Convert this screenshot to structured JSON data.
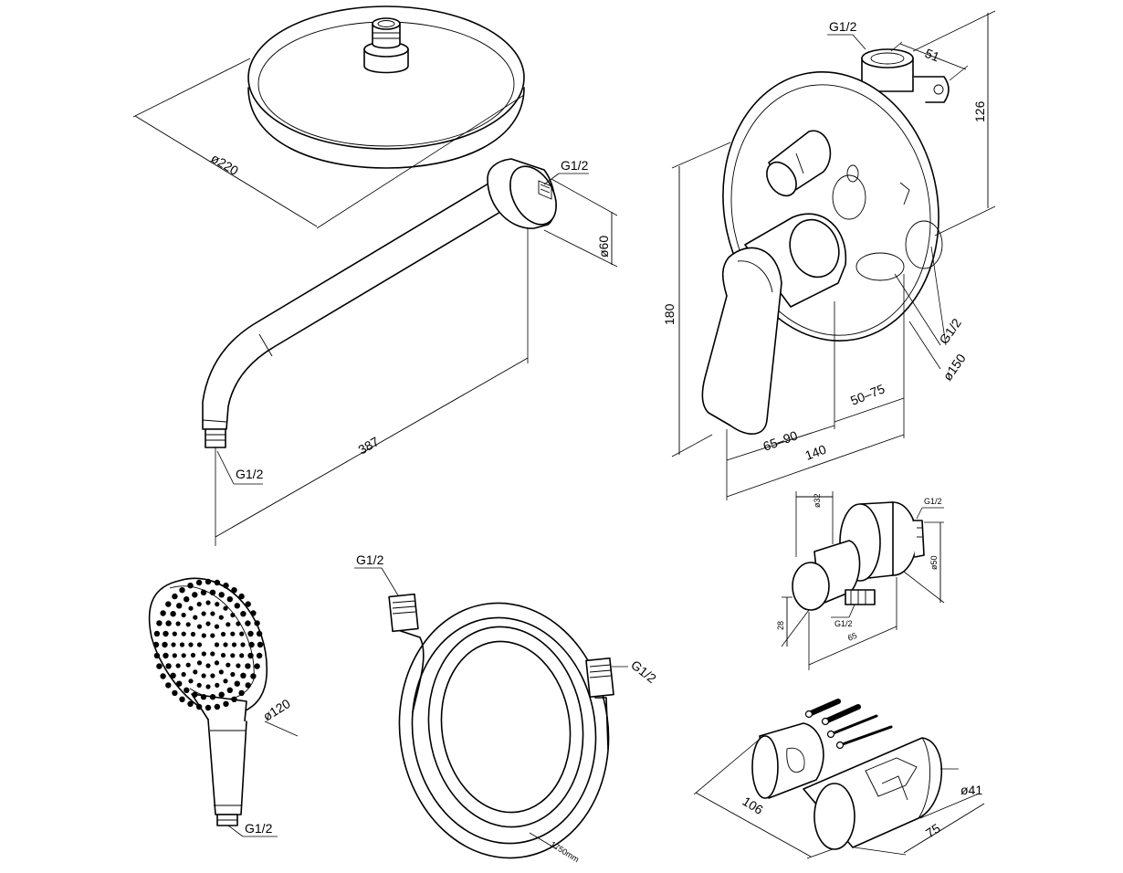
{
  "labels": {
    "head_diameter": "ø220",
    "arm_thread": "G1/2",
    "arm_flange_diameter": "ø60",
    "arm_length": "387",
    "arm_end_thread": "G1/2",
    "mixer_top_thread": "G1/2",
    "mixer_bracket_width": "51",
    "mixer_bracket_height": "126",
    "mixer_height": "180",
    "mixer_side_thread": "G1/2",
    "mixer_plate_diameter": "ø150",
    "mixer_depth_range": "50–75",
    "mixer_handle_range": "65–90",
    "mixer_total_depth": "140",
    "outlet_diameter": "ø32",
    "outlet_thread": "G1/2",
    "outlet_flange": "ø50",
    "outlet_height": "28",
    "outlet_bottom_thread": "G1/2",
    "outlet_depth": "65",
    "hand_diameter": "ø120",
    "hand_thread": "G1/2",
    "hose_thread_left": "G1/2",
    "hose_thread_right": "G1/2",
    "hose_length": "1750mm",
    "holder_length": "106",
    "holder_depth": "75",
    "holder_diameter": "ø41"
  }
}
